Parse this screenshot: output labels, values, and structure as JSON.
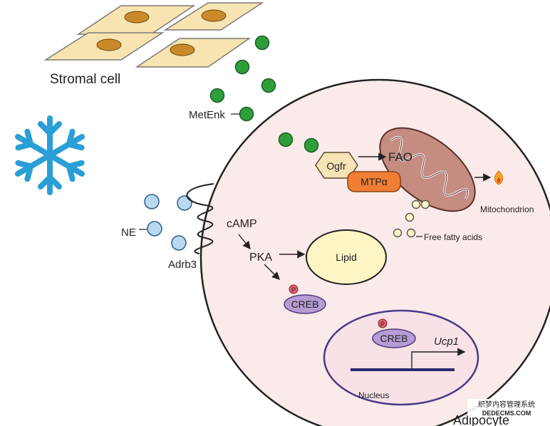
{
  "labels": {
    "stromal_cell": "Stromal cell",
    "metenk": "MetEnk",
    "ne": "NE",
    "adrb3": "Adrb3",
    "camp": "cAMP",
    "pka": "PKA",
    "lipid": "Lipid",
    "ogfr": "Ogfr",
    "mtpa": "MTPα",
    "fao": "FAO",
    "mitochondrion": "Mitochondrion",
    "free_fatty_acids": "Free fatty acids",
    "creb_cytoplasm": "CREB",
    "creb_nucleus": "CREB",
    "phospho": "P",
    "ucp1": "Ucp1",
    "nucleus": "Nucleus",
    "adipocyte": "Adipocyte"
  },
  "watermark": {
    "line1": "织梦内容管理系统",
    "line2": "DEDECMS.COM"
  },
  "icons": {
    "cold": "snowflake-icon",
    "heat": "flame-icon"
  },
  "colors": {
    "stromal_body": "#f7e4b0",
    "stromal_nucleus": "#c98a2a",
    "metenk_green": "#2e9e3b",
    "ne_blue": "#b9d9f2",
    "adipocyte_fill": "#fbeaea",
    "nucleus_fill": "#f8e2e6",
    "nucleus_border": "#4b3a8a",
    "mito_fill": "#c58d82",
    "ogfr_fill": "#f6e3b6",
    "mtpa_fill": "#f07f35",
    "lipid_fill": "#fbf6c4",
    "creb_fill": "#b79bd4",
    "phospho_fill": "#e06070",
    "dna_line": "#2a2a6e",
    "snowflake": "#2a9fd6"
  }
}
